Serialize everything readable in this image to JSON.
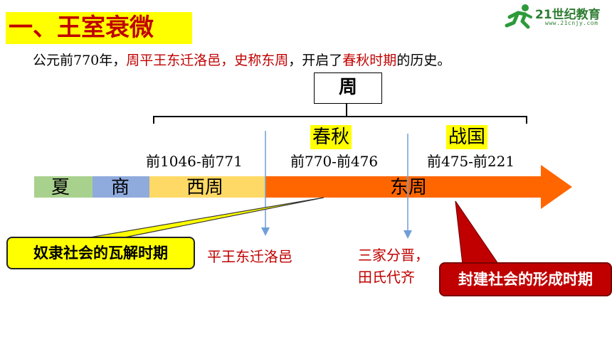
{
  "title": "一、王室衰微",
  "logo": {
    "text": "21世纪教育",
    "url": "www.21cnjy.com",
    "icon": "running-person-icon",
    "brand_color": "#2e9a3a"
  },
  "intro": {
    "part1": "公元前770年，",
    "highlight1": "周平王东迁洛邑，史称东周",
    "part2": "，开启了",
    "highlight2": "春秋时期",
    "part3": "的历史。"
  },
  "dynasty_box": "周",
  "periods": {
    "chunqiu": "春秋",
    "zhanguo": "战国"
  },
  "dates": {
    "xizhou": "前1046-前771",
    "chunqiu": "前770-前476",
    "zhanguo": "前475-前221"
  },
  "timeline_segments": [
    {
      "label": "夏",
      "color": "#a9d18e"
    },
    {
      "label": "商",
      "color": "#8faadc"
    },
    {
      "label": "西周",
      "color": "#ffd966"
    },
    {
      "label": "东周",
      "color": "#ff6600"
    }
  ],
  "callouts": {
    "slave": "奴隶社会的瓦解时期",
    "feudal": "封建社会的形成时期"
  },
  "events": {
    "pingwang": "平王东迁洛邑",
    "sanjia_line1": "三家分晋，",
    "sanjia_line2": "田氏代齐"
  },
  "colors": {
    "accent_red": "#c00000",
    "highlight_yellow": "#ffff00",
    "pointer_blue": "#6f9fd8"
  }
}
